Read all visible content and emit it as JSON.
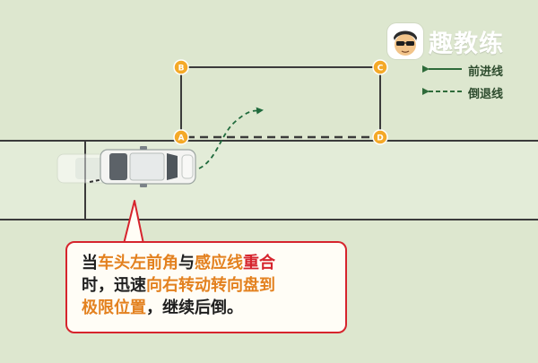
{
  "logo": {
    "text": "趣教练",
    "icon": "cartoon-face-with-sunglasses-icon",
    "text_color": "#ffffff"
  },
  "legend": {
    "forward_line_label": "前进线",
    "reverse_line_label": "倒退线",
    "line_color": "#2e6b3a"
  },
  "points": {
    "a": "A",
    "b": "B",
    "c": "C",
    "d": "D"
  },
  "colors": {
    "background": "#dde7cf",
    "road_band": "#e3ecd8",
    "lane_line": "#3b3b3b",
    "point_fill": "#f4a928",
    "point_stroke": "#ffffff",
    "path_line": "#1f6a3c",
    "callout_border": "#d6242d",
    "accent_orange": "#e3811f",
    "accent_red": "#d6242d"
  },
  "callout": {
    "segments": [
      {
        "text": "当",
        "style": "dark"
      },
      {
        "text": "车头左前角",
        "style": "orange"
      },
      {
        "text": "与",
        "style": "dark"
      },
      {
        "text": "感应线",
        "style": "orange"
      },
      {
        "text": "重合",
        "style": "red"
      },
      {
        "text": "时，迅速",
        "style": "dark"
      },
      {
        "text": "向右转动转向盘到",
        "style": "orange"
      },
      {
        "text": "极限位置",
        "style": "orange"
      },
      {
        "text": "，继续后倒。",
        "style": "dark"
      }
    ]
  }
}
